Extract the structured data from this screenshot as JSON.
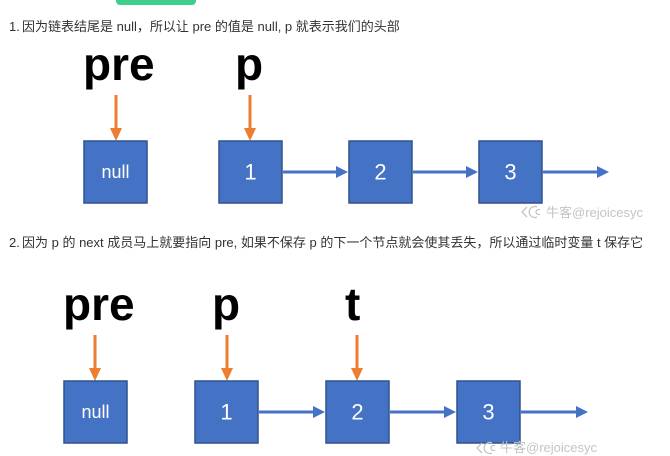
{
  "steps": [
    {
      "number": "1.",
      "text": "因为链表结尾是 null，所以让 pre 的值是 null, p 就表示我们的头部",
      "pointers": [
        "pre",
        "p"
      ],
      "nodes": [
        "null",
        "1",
        "2",
        "3"
      ],
      "watermark": "牛客@rejoicesyc"
    },
    {
      "number": "2.",
      "text": "因为 p 的 next 成员马上就要指向 pre, 如果不保存 p 的下一个节点就会使其丢失，所以通过临时变量 t 保存它",
      "pointers": [
        "pre",
        "p",
        "t"
      ],
      "nodes": [
        "null",
        "1",
        "2",
        "3"
      ],
      "watermark": "牛客@rejoicesyc"
    }
  ],
  "colors": {
    "accent_tab": "#3ecf8e",
    "node_fill": "#4472c4",
    "node_border": "#2f528f",
    "node_text": "#ffffff",
    "link_arrow": "#4472c4",
    "pointer_arrow": "#ed7d31"
  },
  "icons": {
    "watermark": "nowcoder-logo-icon"
  }
}
